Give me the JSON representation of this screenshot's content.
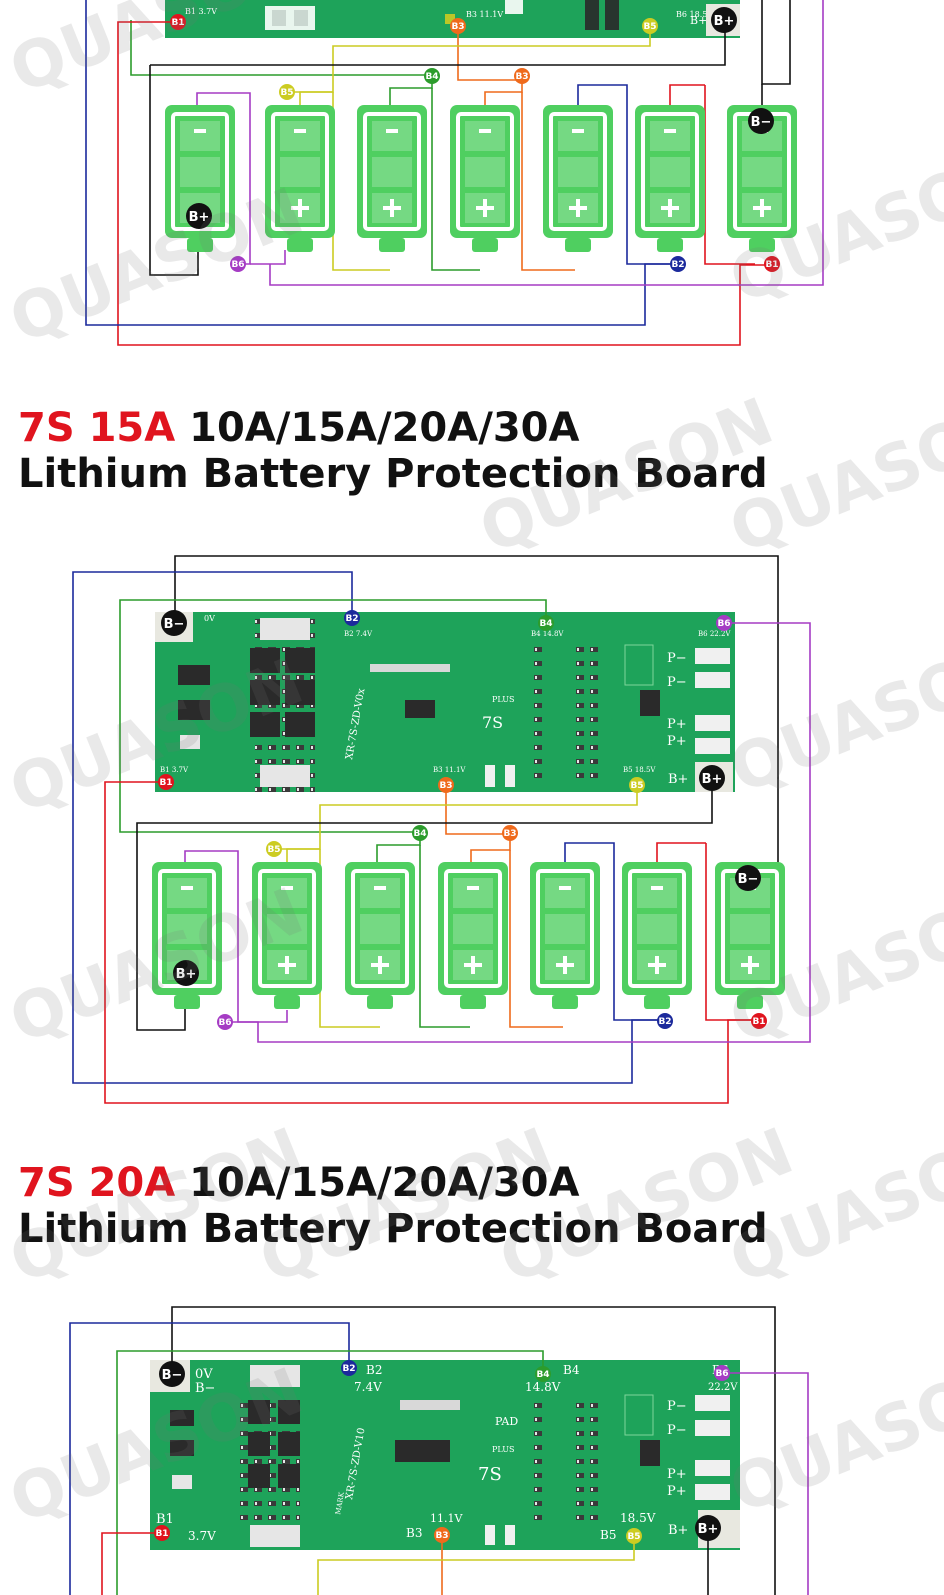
{
  "sections": [
    {
      "line1_red": "7S 15A",
      "line1_black": "10A/15A/20A/30A",
      "line2": "Lithium Battery Protection Board"
    },
    {
      "line1_red": "7S 20A",
      "line1_black": "10A/15A/20A/30A",
      "line2": "Lithium Battery Protection Board"
    }
  ],
  "watermark": "QUASON",
  "labels": {
    "b_minus": "B−",
    "b_plus": "B+",
    "b1": "B1",
    "b2": "B2",
    "b3": "B3",
    "b4": "B4",
    "b5": "B5",
    "b6": "B6"
  },
  "board_top": {
    "b1": "B1 3.7V",
    "b3": "B3 11.1V",
    "b5": "B6 18.5V",
    "b_plus": "B+"
  },
  "board_15a": {
    "ov": "0V",
    "b2": "B2 7.4V",
    "b4": "B4 14.8V",
    "b6": "B6 22.2V",
    "b1": "B1 3.7V",
    "b3": "B3 11.1V",
    "b5": "B5 18.5V",
    "silk": "XR-7S-ZD-V0x",
    "plus": "PLUS",
    "seven_s": "7S",
    "p_minus": "P−",
    "p_plus": "P+",
    "b_plus": "B+"
  },
  "board_20a": {
    "ov": "0V",
    "b_minus": "B−",
    "b2": "B2",
    "b2v": "7.4V",
    "b4": "B4",
    "b4v": "14.8V",
    "b6": "B6",
    "b6v": "22.2V",
    "b1": "B1",
    "b1v": "3.7V",
    "b3": "B3",
    "b3v": "11.1V",
    "b5": "B5",
    "b5v": "18.5V",
    "silk": "XR-7S-ZD-V10",
    "pad": "PAD",
    "plus": "PLUS",
    "seven_s": "7S",
    "mark": "MARK",
    "p_minus": "P−",
    "p_plus": "P+",
    "b_plus": "B+"
  },
  "colors": {
    "wire_red": "#e0141e",
    "wire_blue": "#1c2a9c",
    "wire_green": "#2c9c2c",
    "wire_orange": "#ef6a1c",
    "wire_yellow": "#cccc22",
    "wire_purple": "#a53cc4",
    "wire_black": "#111111",
    "board_green": "#1ea35a",
    "cell_green": "#4fcf60"
  }
}
